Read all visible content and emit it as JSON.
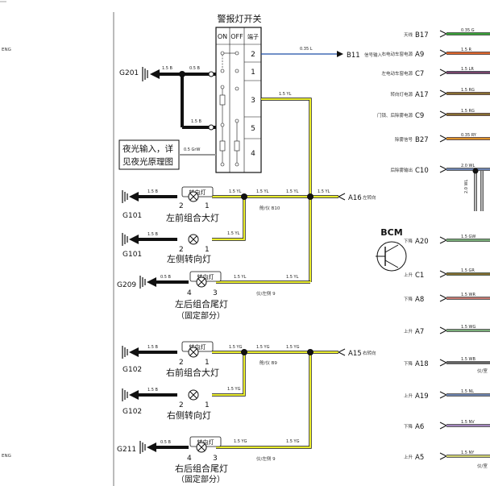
{
  "switch": {
    "title": "警报灯开关",
    "col_on": "ON",
    "col_off": "OFF",
    "col_terminal": "端子",
    "terminals": [
      "2",
      "1",
      "3",
      "5",
      "4"
    ]
  },
  "note": {
    "line1": "夜光输入，详",
    "line2": "见夜光原理图"
  },
  "grounds": [
    "G201",
    "G101",
    "G101",
    "G209",
    "G102",
    "G102",
    "G211"
  ],
  "lamps": {
    "left_front": {
      "name": "左前组合大灯",
      "box": "转向灯",
      "pin_a": "2",
      "pin_b": "1"
    },
    "left_side": {
      "name": "左侧转向灯",
      "pin_a": "2",
      "pin_b": "1"
    },
    "left_rear": {
      "name": "左后组合尾灯",
      "sub": "（固定部分）",
      "box": "转向灯",
      "pin_a": "4",
      "pin_b": "3"
    },
    "right_front": {
      "name": "右前组合大灯",
      "box": "转向灯",
      "pin_a": "2",
      "pin_b": "1"
    },
    "right_side": {
      "name": "右侧转向灯",
      "pin_a": "2",
      "pin_b": "1"
    },
    "right_rear": {
      "name": "右后组合尾灯",
      "sub": "（固定部分）",
      "box": "转向灯",
      "pin_a": "4",
      "pin_b": "3"
    }
  },
  "connectors": {
    "b11": {
      "pin": "B11",
      "desc": "信号输入"
    },
    "a16": {
      "pin": "A16",
      "desc": "左转向"
    },
    "a15": {
      "pin": "A15",
      "desc": "右转向"
    },
    "b10": "舱/仪 B10",
    "rear_left": "仪/左侧 9",
    "b9": "舱/仪 B9",
    "rear_right": "仪/左侧 9"
  },
  "wire_labels": {
    "w15b": "1.5 B",
    "w05b": "0.5 B",
    "w035l": "0.35 L",
    "w15yl": "1.5 YL",
    "w05grw": "0.5 GrW",
    "w15yg": "1.5 YG"
  },
  "bcm": {
    "title": "BCM",
    "pins": [
      {
        "desc": "天线",
        "pin": "B17",
        "wire": "0.35 G"
      },
      {
        "desc": "右电动车窗电源",
        "pin": "A9",
        "wire": "1.5 R"
      },
      {
        "desc": "左电动车窗电源",
        "pin": "C7",
        "wire": "1.5 LR"
      },
      {
        "desc": "转向灯电源",
        "pin": "A17",
        "wire": "1.5 RG"
      },
      {
        "desc": "门锁、后除雾电源",
        "pin": "C9",
        "wire": "1.5 RG"
      },
      {
        "desc": "除雾信号",
        "pin": "B27",
        "wire": "0.35 RY"
      },
      {
        "desc": "后除雾输出",
        "pin": "C10",
        "wire": "2.0 WL"
      },
      {
        "desc": "下降",
        "pin": "A20",
        "wire": "1.5 GW"
      },
      {
        "desc": "上升",
        "pin": "C1",
        "wire": "1.5 GR"
      },
      {
        "desc": "下降",
        "pin": "A8",
        "wire": "1.5 WR"
      },
      {
        "desc": "上升",
        "pin": "A7",
        "wire": "1.5 WG"
      },
      {
        "desc": "下降",
        "pin": "A18",
        "wire": "1.5 WB"
      },
      {
        "desc": "上升",
        "pin": "A19",
        "wire": "1.5 NL"
      },
      {
        "desc": "下降",
        "pin": "A6",
        "wire": "1.5 NV"
      },
      {
        "desc": "上升",
        "pin": "A5",
        "wire": "1.5 NY"
      }
    ],
    "side_label": "仪/室",
    "vertical_wire": "2.0 WL"
  },
  "left_panel_labels": [
    "ENG",
    "ENG"
  ],
  "colors": {
    "black": "#111111",
    "yellow": "#e9ec2b",
    "blue": "#1f4ea8",
    "green": "#3aa13a",
    "red": "#d23a2a",
    "orange": "#e6932e",
    "gray": "#b8b8b8"
  }
}
